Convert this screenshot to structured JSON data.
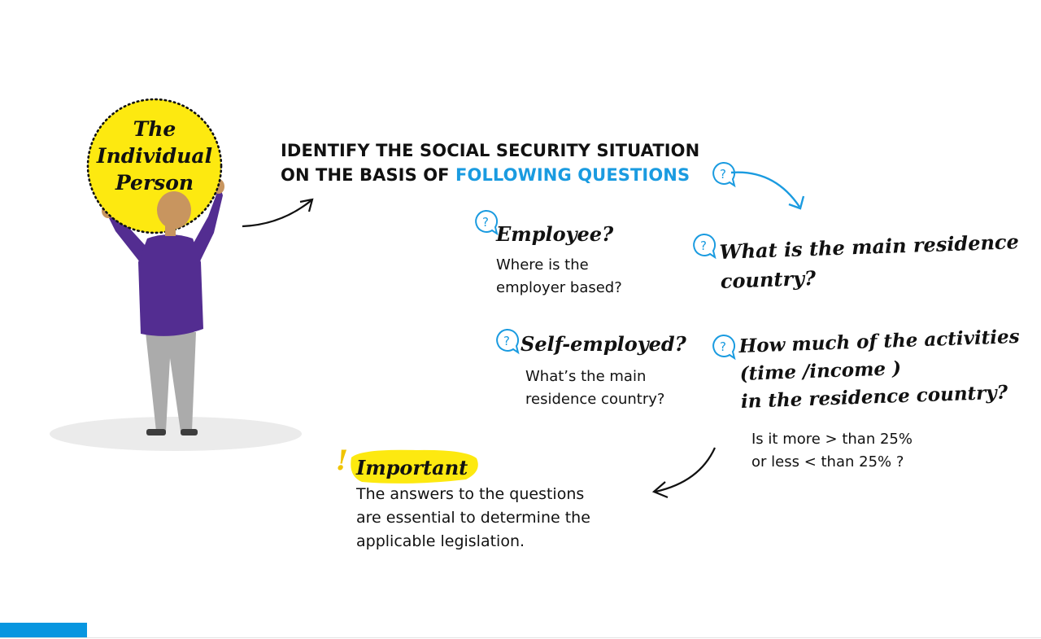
{
  "person": {
    "title_lines": [
      "The",
      "Individual",
      "Person"
    ]
  },
  "heading": {
    "line1": "IDENTIFY THE SOCIAL SECURITY SITUATION",
    "line2_prefix": "ON THE BASIS OF ",
    "line2_accent": "FOLLOWING QUESTIONS"
  },
  "questions": {
    "employee": {
      "title": "Employee?",
      "lines": [
        "Where is the",
        "employer based?"
      ]
    },
    "residence": {
      "title_lines": [
        "What is the main residence",
        "country?"
      ]
    },
    "self_employed": {
      "title": "Self-employed?",
      "lines": [
        "What’s the main",
        "residence country?"
      ]
    },
    "activities": {
      "title_lines": [
        "How much of the activities",
        "(time /income )",
        "in the residence country?"
      ],
      "lines": [
        "Is it more > than 25%",
        "or less < than 25% ?"
      ]
    }
  },
  "important": {
    "mark": "!",
    "title": "Important",
    "lines": [
      "The answers to the questions",
      "are essential to determine the",
      "applicable legislation."
    ]
  },
  "question_icon": "question-bubble-icon",
  "colors": {
    "accent_blue": "#1a9be0",
    "highlight_yellow": "#fde910",
    "person_purple": "#532d91",
    "person_grey": "#a9a9a9",
    "footer_blue": "#0896e0"
  }
}
